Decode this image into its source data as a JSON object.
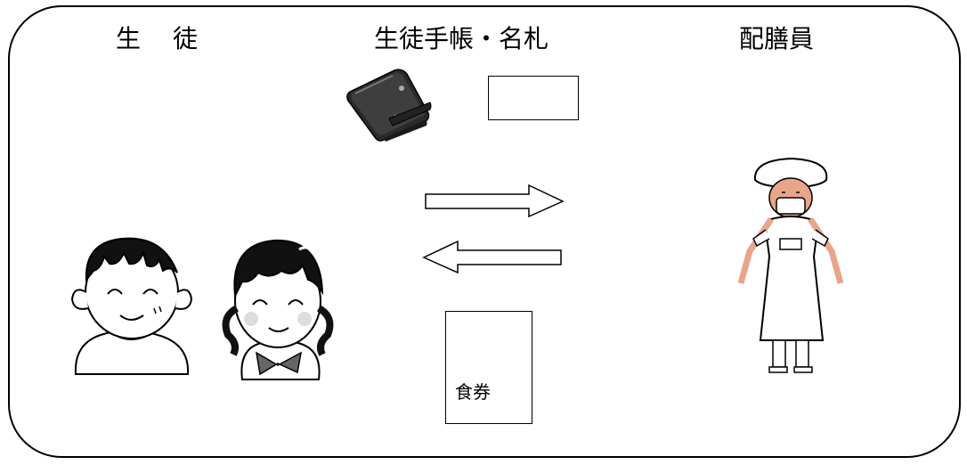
{
  "labels": {
    "student_a": "生",
    "student_b": "徒",
    "handbook": "生徒手帳・名札",
    "server": "配膳員"
  },
  "ticket": {
    "text": "食券"
  },
  "icons": {
    "wallet": "wallet-icon",
    "nametag": "nametag-card",
    "arrow_right": "arrow-right-icon",
    "arrow_left": "arrow-left-icon",
    "boy": "boy-illustration",
    "girl": "girl-illustration",
    "server": "cafeteria-server-illustration"
  },
  "colors": {
    "line": "#000000",
    "wallet": "#2a2a2a",
    "skin": "#e8a58a",
    "bow": "#666666"
  }
}
